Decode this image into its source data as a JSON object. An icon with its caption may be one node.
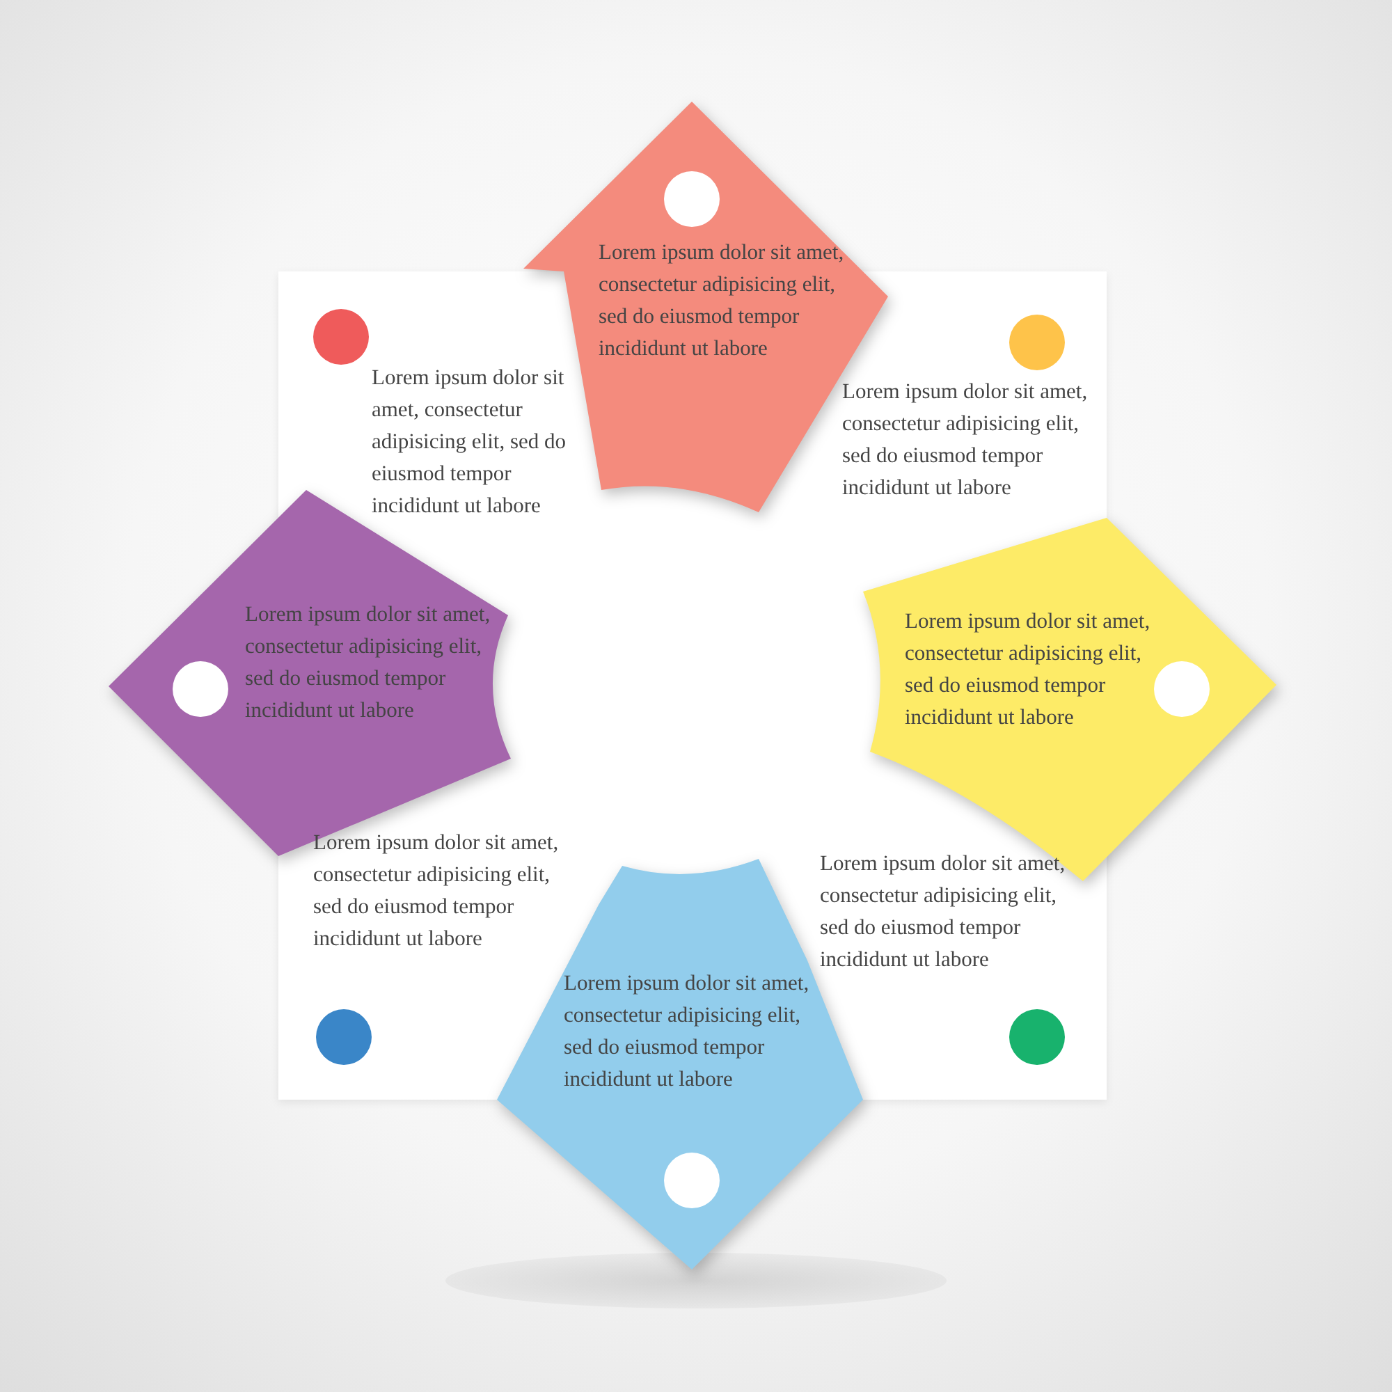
{
  "diagram": {
    "nodes": [
      {
        "text": [
          "Lorem ipsum dolor sit amet, consectetur adipisicing elit, sed do eiusmod tempor incididunt ut labore"
        ]
      },
      {
        "text": [
          "Lorem ipsum dolor sit amet, consectetur adipisicing elit, sed do eiusmod tempor incididunt ut labore"
        ]
      },
      {
        "text": [
          "Lorem ipsum dolor sit amet, consectetur adipisicing elit, sed do eiusmod tempor incididunt ut labore"
        ]
      },
      {
        "text": [
          "Lorem ipsum dolor sit amet, consectetur adipisicing elit, sed do eiusmod tempor incididunt ut labore"
        ]
      },
      {
        "text": [
          "Lorem ipsum dolor sit amet, consectetur adipisicing elit, sed do eiusmod tempor incididunt ut labore"
        ]
      },
      {
        "text": [
          "Lorem ipsum dolor sit amet, consectetur adipisicing elit, sed do eiusmod tempor incididunt ut labore"
        ]
      },
      {
        "text": [
          "Lorem ipsum dolor sit amet, consectetur adipisicing elit, sed do eiusmod tempor incididunt ut labore"
        ]
      },
      {
        "text": [
          "Lorem ipsum dolor sit amet, consectetur adipisicing elit, sed do eiusmod tempor incididunt ut labore"
        ]
      }
    ]
  }
}
